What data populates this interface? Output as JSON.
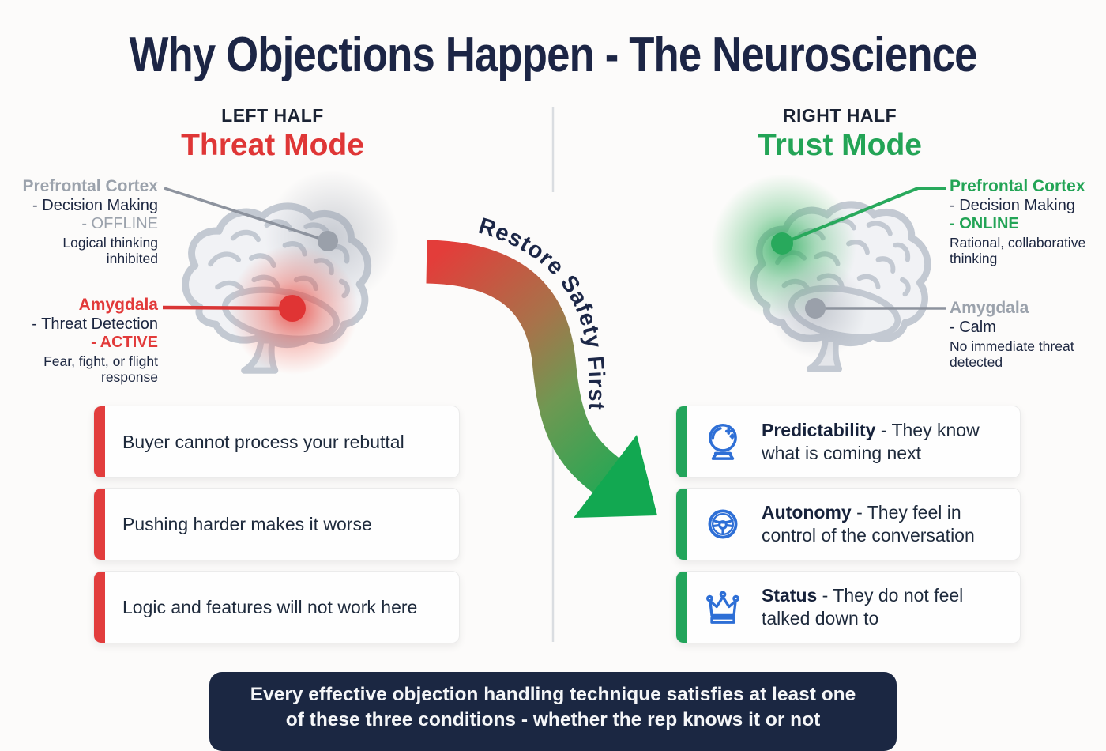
{
  "title": "Why Objections Happen - The Neuroscience",
  "colors": {
    "navy": "#1c2545",
    "threat_red": "#e23a3a",
    "trust_green": "#23a456",
    "label_gray": "#9ba2ac",
    "icon_blue": "#2e6fd6",
    "banner_bg": "#1b2742",
    "brain_gray": "#c3c9d2"
  },
  "left": {
    "half_label": "LEFT HALF",
    "mode_label": "Threat Mode",
    "prefrontal": {
      "name": "Prefrontal Cortex",
      "line1": "- Decision Making",
      "line2": "- OFFLINE",
      "desc": "Logical thinking inhibited"
    },
    "amygdala": {
      "name": "Amygdala",
      "line1": "- Threat Detection",
      "line2": "- ACTIVE",
      "desc": "Fear, fight, or flight response"
    },
    "boxes": [
      "Buyer cannot process your rebuttal",
      "Pushing harder makes it worse",
      "Logic and features will not work here"
    ]
  },
  "arrow": {
    "label": "Restore Safety First"
  },
  "right": {
    "half_label": "RIGHT HALF",
    "mode_label": "Trust Mode",
    "prefrontal": {
      "name": "Prefrontal Cortex",
      "line1": "- Decision Making",
      "line2": "- ONLINE",
      "desc": "Rational, collaborative thinking"
    },
    "amygdala": {
      "name": "Amygdala",
      "line1": "- Calm",
      "desc": "No immediate threat detected"
    },
    "boxes": [
      {
        "icon": "crystal-ball-icon",
        "term": "Predictability",
        "rest": " - They know what is coming next"
      },
      {
        "icon": "steering-wheel-icon",
        "term": "Autonomy",
        "rest": " - They feel in control of the conversation"
      },
      {
        "icon": "crown-icon",
        "term": "Status",
        "rest": " - They do not feel talked down to"
      }
    ]
  },
  "banner": {
    "text": "Every effective objection handling technique satisfies at least one of these three conditions - whether the rep knows it or not"
  }
}
